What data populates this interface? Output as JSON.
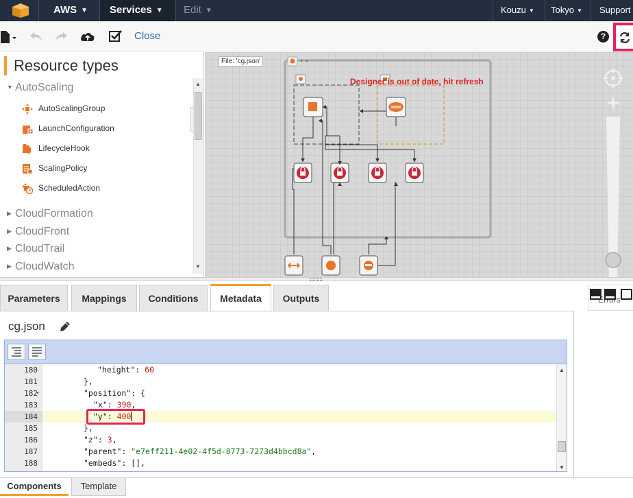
{
  "topnav": {
    "aws_label": "AWS",
    "services_label": "Services",
    "edit_label": "Edit",
    "user_label": "Kouzu",
    "region_label": "Tokyo",
    "support_label": "Support"
  },
  "toolbar": {
    "close_label": "Close",
    "help_label": "?"
  },
  "resources": {
    "title": "Resource types",
    "groups": [
      {
        "label": "AutoScaling",
        "expanded": true
      },
      {
        "label": "CloudFormation",
        "expanded": false
      },
      {
        "label": "CloudFront",
        "expanded": false
      },
      {
        "label": "CloudTrail",
        "expanded": false
      },
      {
        "label": "CloudWatch",
        "expanded": false
      }
    ],
    "items": [
      {
        "label": "AutoScalingGroup",
        "icon": "autoscaling-group-icon"
      },
      {
        "label": "LaunchConfiguration",
        "icon": "launch-configuration-icon"
      },
      {
        "label": "LifecycleHook",
        "icon": "lifecycle-hook-icon"
      },
      {
        "label": "ScalingPolicy",
        "icon": "scaling-policy-icon"
      },
      {
        "label": "ScheduledAction",
        "icon": "scheduled-action-icon"
      }
    ]
  },
  "canvas": {
    "file_label": "File: 'cg.json'",
    "warning": "Designer is out of date, hit refresh"
  },
  "tabs": [
    {
      "label": "Parameters",
      "active": false
    },
    {
      "label": "Mappings",
      "active": false
    },
    {
      "label": "Conditions",
      "active": false
    },
    {
      "label": "Metadata",
      "active": true
    },
    {
      "label": "Outputs",
      "active": false
    }
  ],
  "errors_label": "Errors",
  "editor": {
    "filename": "cg.json",
    "lines": [
      {
        "n": "180",
        "fold": false
      },
      {
        "n": "181",
        "fold": false
      },
      {
        "n": "182",
        "fold": true
      },
      {
        "n": "183",
        "fold": false
      },
      {
        "n": "184",
        "fold": false
      },
      {
        "n": "185",
        "fold": false
      },
      {
        "n": "186",
        "fold": false
      },
      {
        "n": "187",
        "fold": false
      },
      {
        "n": "188",
        "fold": false
      }
    ],
    "code": {
      "l180_key": "\"height\"",
      "l180_val": "60",
      "l181": "},",
      "l182_key": "\"position\"",
      "l182_rest": ": {",
      "l183_key": "\"x\"",
      "l183_val": "390",
      "l184_key": "\"y\"",
      "l184_val": "400",
      "l185": "},",
      "l186_key": "\"z\"",
      "l186_val": "3",
      "l187_key": "\"parent\"",
      "l187_val": "\"e7eff211-4e02-4f5d-8773-7273d4bbcd8a\"",
      "l188_key": "\"embeds\"",
      "l188_rest": ": [],"
    }
  },
  "bottom_tabs": [
    {
      "label": "Components",
      "active": true
    },
    {
      "label": "Template",
      "active": false
    }
  ],
  "colors": {
    "nav_bg": "#232f3e",
    "accent": "#f0a030",
    "highlight_box": "#e8205a",
    "warning_text": "#e02020",
    "link": "#2d6aa3"
  }
}
